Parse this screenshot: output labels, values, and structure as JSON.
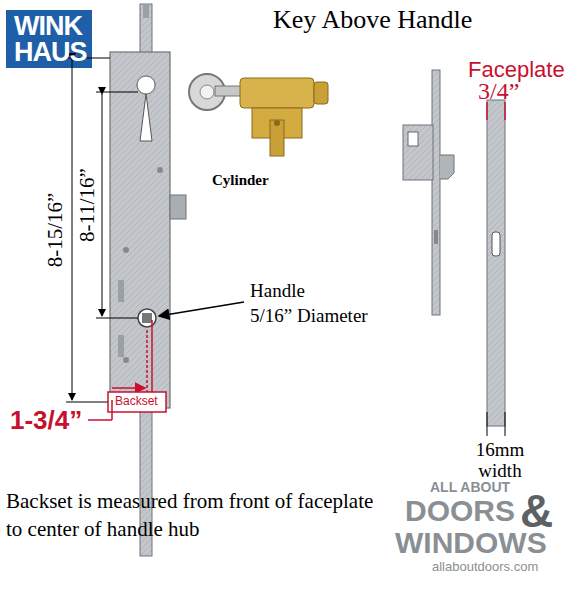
{
  "diagram": {
    "title": "Key Above Handle",
    "caption": "Backset is measured from front of faceplate to center of handle hub",
    "labels": [
      "WINK",
      "HAUS",
      "8-15/16”",
      "8-11/16”",
      "Cylinder",
      "Handle",
      "5/16” Diameter",
      "Backset",
      "1-3/4”",
      "Faceplate",
      "3/4”",
      "16mm width",
      "ALL ABOUT",
      "DOORS",
      "&",
      "WINDOWS",
      "allaboutdoors.com"
    ]
  }
}
